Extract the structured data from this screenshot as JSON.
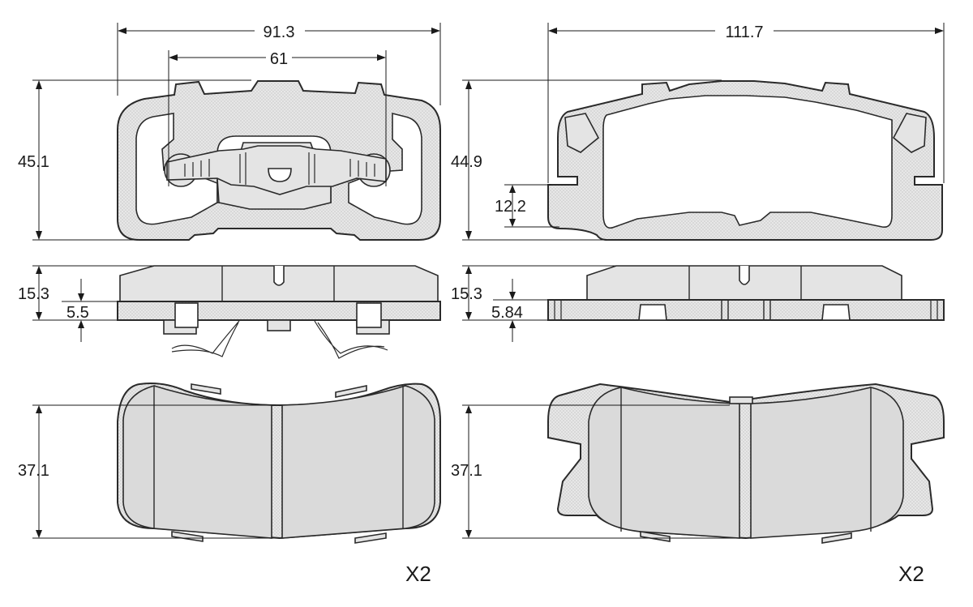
{
  "dimensions": {
    "left_overall_width": "91.3",
    "left_hole_spacing": "61",
    "left_height": "45.1",
    "right_overall_width": "111.7",
    "right_height": "44.9",
    "right_ear_height": "12.2",
    "left_total_thickness": "15.3",
    "left_plate_thickness": "5.5",
    "right_total_thickness": "15.3",
    "right_plate_thickness": "5.84",
    "left_friction_height": "37.1",
    "right_friction_height": "37.1"
  },
  "quantity": {
    "left": "X2",
    "right": "X2"
  },
  "colors": {
    "line": "#2a2a2a",
    "material_fill": "#dadada",
    "hatch": "#c6c6c6"
  }
}
